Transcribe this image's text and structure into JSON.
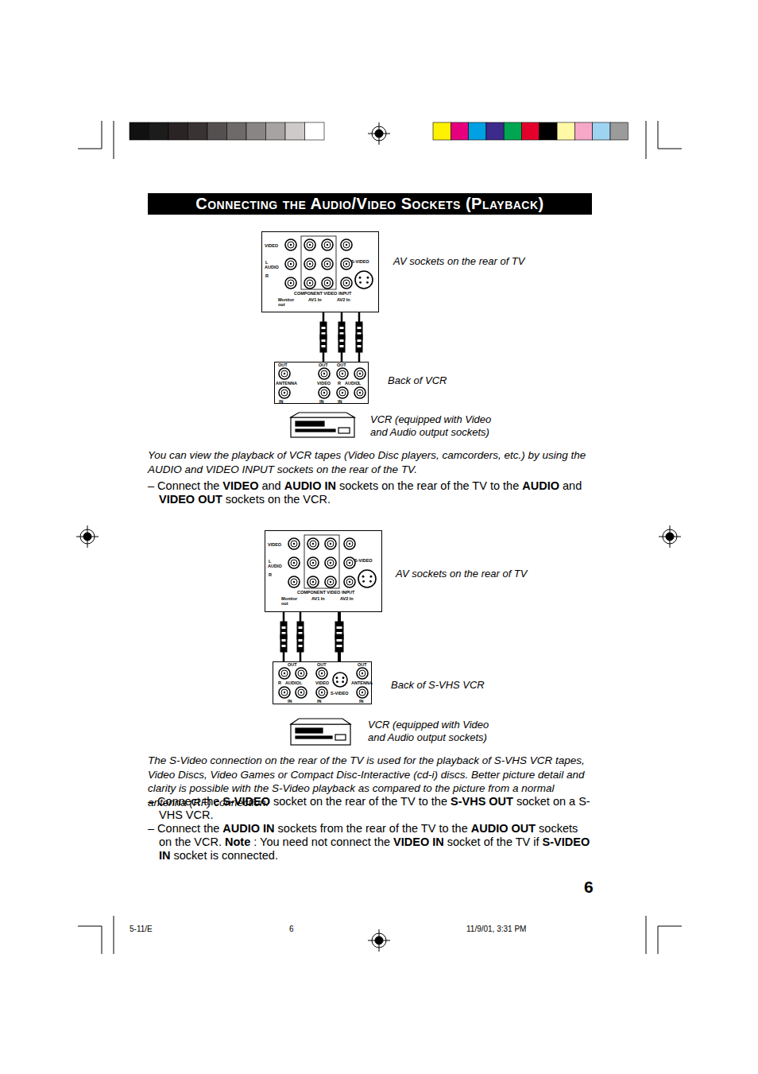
{
  "diagram": {
    "title": "Connecting the Audio/Video Sockets (Playback)",
    "nodes": [
      {
        "text": [
          "VIDEO",
          "L",
          "AUDIO",
          "R",
          "S-VIDEO",
          "COMPONENT VIDEO INPUT",
          "Monitor out",
          "AV1 In",
          "AV2 In"
        ]
      },
      {
        "text": [
          "OUT",
          "ANTENNA",
          "IN",
          "OUT",
          "VIDEO",
          "IN",
          "OUT",
          "R",
          "AUDIO",
          "L",
          "IN"
        ]
      },
      {
        "text": [
          "VIDEO",
          "L",
          "AUDIO",
          "R",
          "S-VIDEO",
          "COMPONENT VIDEO INPUT",
          "Monitor out",
          "AV1 In",
          "AV2 In"
        ]
      },
      {
        "text": [
          "OUT",
          "R",
          "AUDIO",
          "L",
          "IN",
          "OUT",
          "VIDEO",
          "IN",
          "S-VIDEO",
          "OUT",
          "ANTENNA",
          "IN"
        ]
      }
    ],
    "edges": [
      {
        "from": 0,
        "to": 1,
        "arrow": "none"
      },
      {
        "from": 0,
        "to": 1,
        "arrow": "none"
      },
      {
        "from": 0,
        "to": 1,
        "arrow": "none"
      },
      {
        "from": 2,
        "to": 3,
        "arrow": "none"
      },
      {
        "from": 2,
        "to": 3,
        "arrow": "none"
      },
      {
        "from": 2,
        "to": 3,
        "arrow": "none"
      }
    ],
    "labels": [
      "AV sockets on the rear of TV",
      "Back of VCR",
      "VCR (equipped with Video and Audio output sockets)",
      "You can view the playback of VCR tapes (Video Disc players, camcorders, etc.) by using the AUDIO and VIDEO INPUT sockets on the rear of the TV.",
      "– Connect the ",
      "VIDEO",
      " and ",
      "AUDIO IN",
      " sockets on the rear of the TV to the ",
      "AUDIO",
      " and ",
      "VIDEO OUT",
      " sockets on the VCR.",
      "AV sockets on the rear of TV",
      "Back of S-VHS VCR",
      "VCR (equipped with Video and Audio output sockets)",
      "The S-Video connection on the rear of the TV is used for the playback of S-VHS VCR tapes, Video Discs, Video Games or Compact Disc-Interactive (cd-i) discs. Better picture detail and clarity is possible with the S-Video playback as compared to the picture from a normal antenna (RF) connection.",
      "– Connect the ",
      "S-VIDEO",
      " socket on the rear of the TV to the ",
      "S-VHS OUT",
      " socket on a S-VHS VCR.",
      "– Connect the ",
      "AUDIO IN",
      " sockets from the rear of the TV to the ",
      "AUDIO OUT",
      " sockets on the VCR. ",
      "Note",
      " : You need not connect the ",
      "VIDEO IN",
      " socket of the TV if ",
      "S-VIDEO IN",
      " socket is connected.",
      "6",
      "5-11/E",
      "6",
      "11/9/01, 3:31 PM"
    ]
  }
}
